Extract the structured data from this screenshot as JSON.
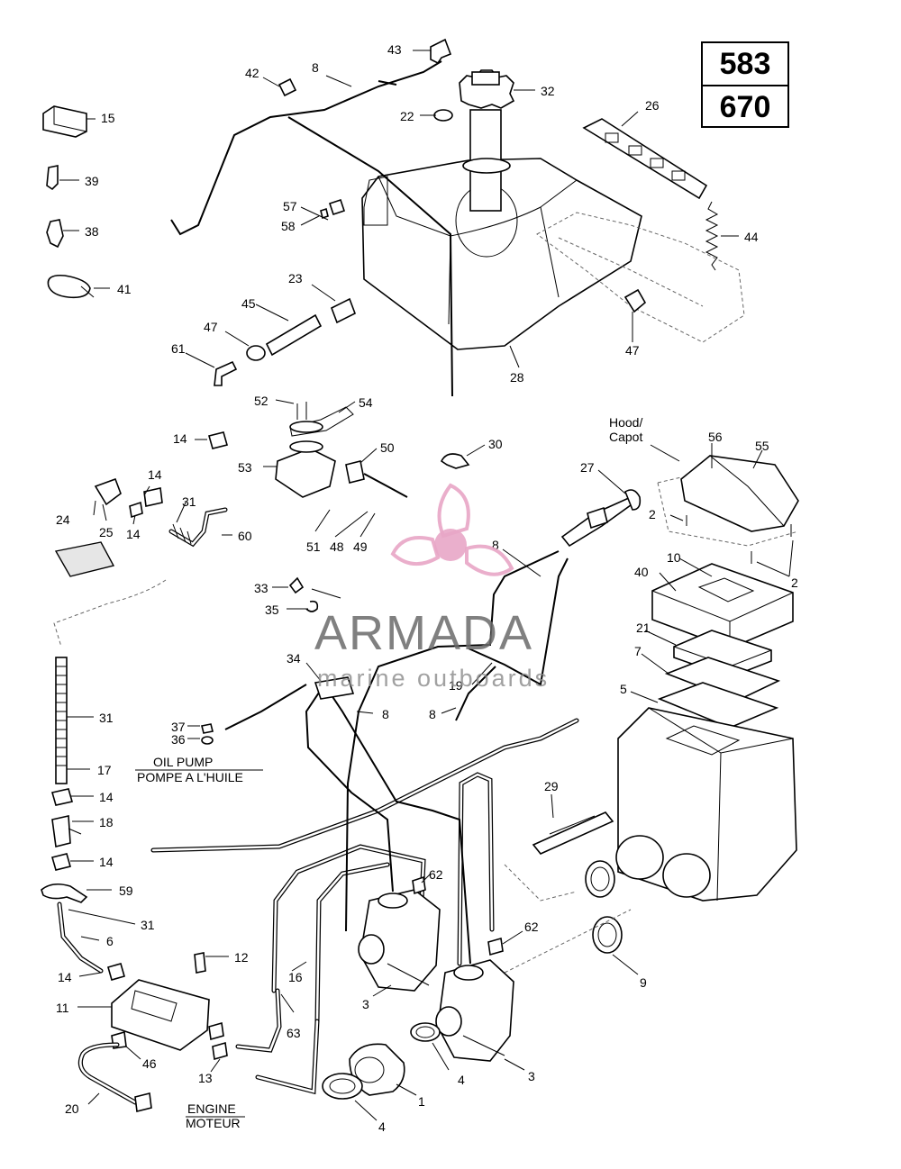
{
  "models": [
    "583",
    "670"
  ],
  "watermark": {
    "brand": "ARMADA",
    "tagline": "marine outboards",
    "color": "#e8a6c6"
  },
  "captions": {
    "hood": [
      "Hood/",
      "Capot"
    ],
    "oil_pump": [
      "OIL PUMP",
      "POMPE A L'HUILE"
    ],
    "engine": [
      "ENGINE",
      "MOTEUR"
    ]
  },
  "callouts": [
    "43",
    "8",
    "42",
    "32",
    "22",
    "15",
    "26",
    "39",
    "57",
    "58",
    "44",
    "38",
    "23",
    "41",
    "45",
    "47",
    "61",
    "28",
    "47",
    "52",
    "54",
    "14",
    "50",
    "30",
    "53",
    "14",
    "31",
    "27",
    "56",
    "55",
    "25",
    "14",
    "60",
    "51",
    "48",
    "49",
    "8",
    "24",
    "2",
    "10",
    "40",
    "33",
    "35",
    "2",
    "21",
    "34",
    "7",
    "5",
    "19",
    "8",
    "8",
    "37",
    "36",
    "31",
    "17",
    "14",
    "18",
    "14",
    "29",
    "62",
    "59",
    "31",
    "62",
    "6",
    "9",
    "12",
    "16",
    "14",
    "11",
    "3",
    "63",
    "4",
    "3",
    "46",
    "13",
    "1",
    "20",
    "4"
  ]
}
